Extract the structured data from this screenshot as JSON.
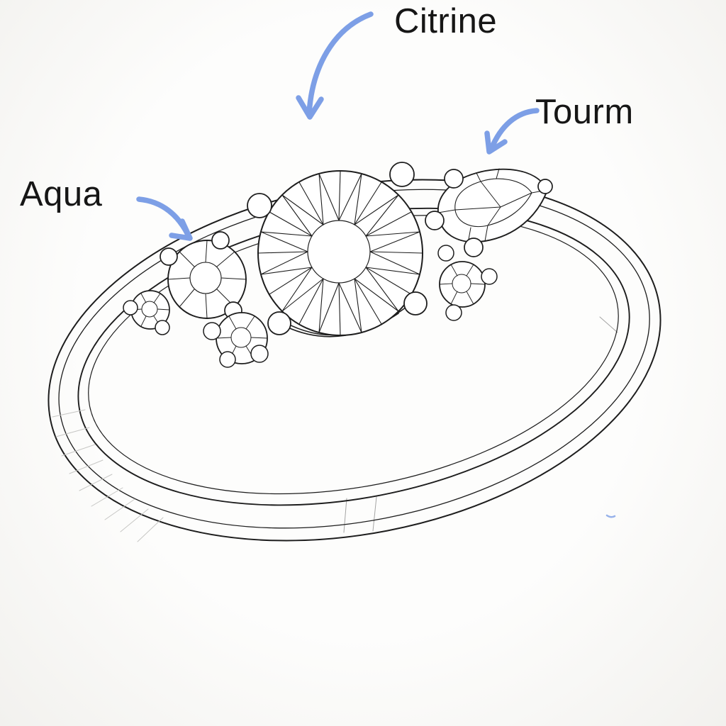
{
  "labels": {
    "citrine": "Citrine",
    "tourmaline": "Tourm",
    "aquamarine": "Aqua"
  },
  "colors": {
    "arrow": "#7d9fe6",
    "line": "#1d1d1d",
    "hatch": "#c6c6c4",
    "background": "#fbfbf9"
  }
}
